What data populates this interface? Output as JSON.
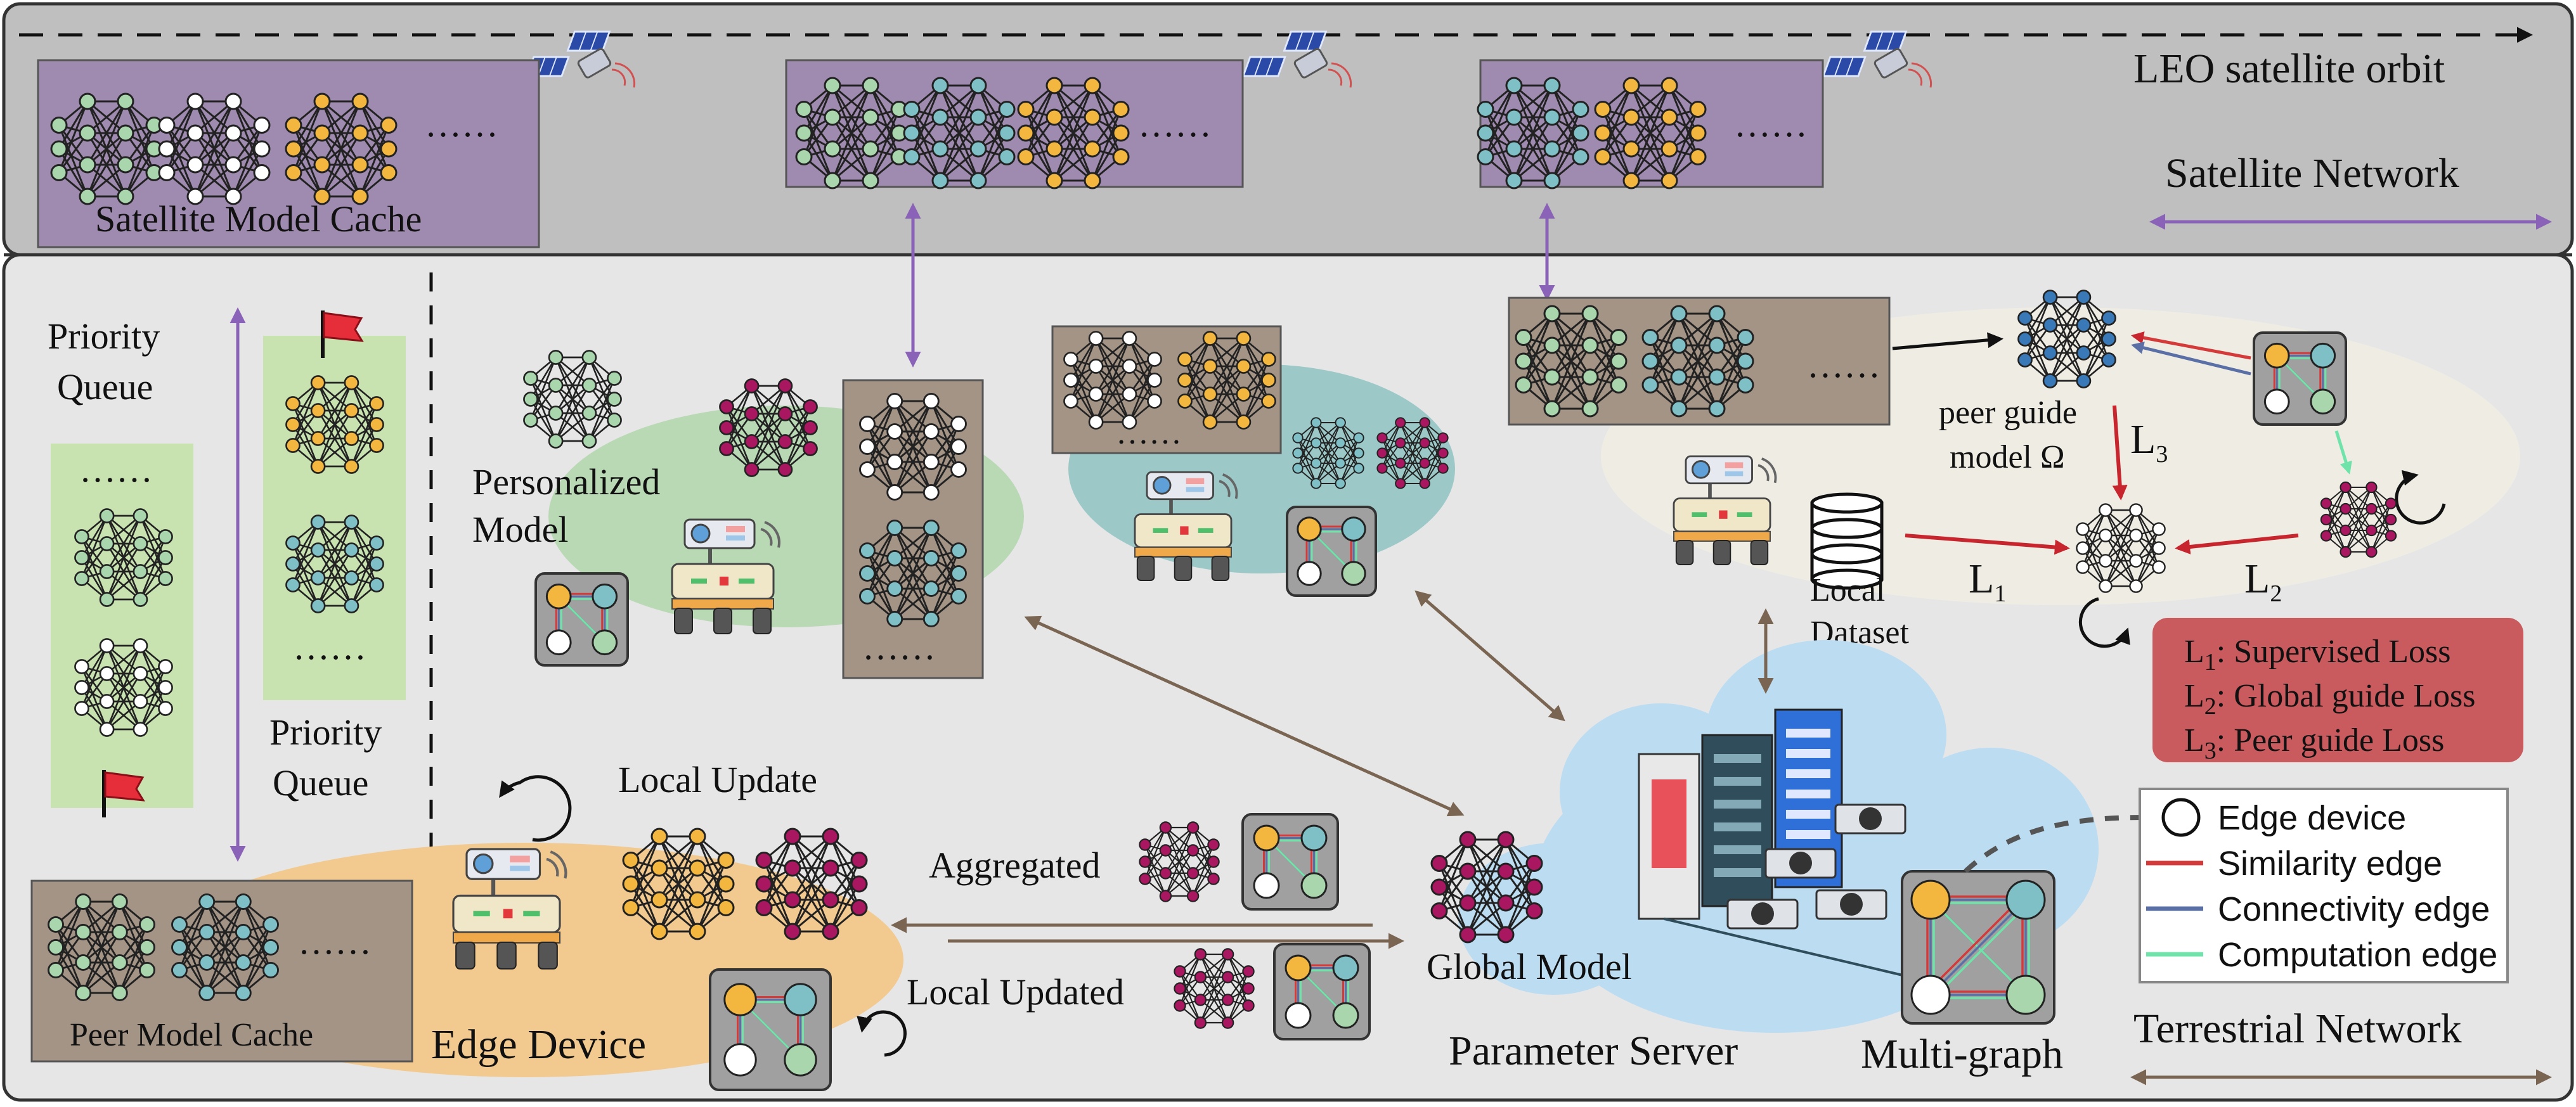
{
  "colors": {
    "satellite_band": "#bfbfbf",
    "terrestrial_band": "#e6e6e6",
    "cache_purple": "#a08bb0",
    "cache_brown": "#a39486",
    "queue_green": "#c9e3b0",
    "edge_orange": "#f2c98f",
    "green_ellipse": "#b9d8b4",
    "teal_ellipse": "#9cc9c7",
    "cloud_blue": "#bcdcf2",
    "loss_box": "#c95a5e",
    "node_green": "#a9d6ad",
    "node_white": "#ffffff",
    "node_orange": "#f3b63f",
    "node_teal": "#7ec0c6",
    "node_magenta": "#a8175f",
    "node_blue": "#3a79b7",
    "similarity_edge": "#d43a3a",
    "connectivity_edge": "#5a6fa6",
    "computation_edge": "#6fe3a9",
    "arrow_purple": "#8a62b8",
    "arrow_brown": "#7a6552",
    "arrow_red": "#c8262e"
  },
  "icons": [
    "satellite-icon",
    "robot-rover-icon",
    "flag-icon",
    "database-icon",
    "server-rack-icon",
    "refresh-loop-icon"
  ],
  "satellite_network": {
    "orbit_label": "LEO satellite orbit",
    "network_label": "Satellite Network",
    "cache_label": "Satellite Model Cache",
    "ellipsis": "……"
  },
  "terrestrial_network": {
    "network_label": "Terrestrial Network",
    "priority_queue_1": [
      "Priority",
      "Queue"
    ],
    "priority_queue_2": [
      "Priority",
      "Queue"
    ],
    "personalized_model": [
      "Personalized",
      "Model"
    ],
    "local_update": "Local Update",
    "peer_model_cache": "Peer Model Cache",
    "edge_device": "Edge Device",
    "aggregated": "Aggregated",
    "local_updated": "Local Updated",
    "global_model": "Global Model",
    "parameter_server": "Parameter Server",
    "multi_graph": "Multi-graph",
    "peer_guide": [
      "peer guide",
      "model Ω"
    ],
    "local_dataset": [
      "Local",
      "Dataset"
    ],
    "L1": "L",
    "L2": "L",
    "L3": "L",
    "L1_sub": "1",
    "L2_sub": "2",
    "L3_sub": "3",
    "ellipsis": "……"
  },
  "loss_legend": [
    {
      "sym": "L",
      "sub": "1",
      "text": ": Supervised Loss"
    },
    {
      "sym": "L",
      "sub": "2",
      "text": ": Global guide Loss"
    },
    {
      "sym": "L",
      "sub": "3",
      "text": ": Peer guide Loss"
    }
  ],
  "edge_legend": [
    {
      "label": "Edge device",
      "kind": "circle"
    },
    {
      "label": "Similarity edge",
      "kind": "line",
      "color": "#d43a3a"
    },
    {
      "label": "Connectivity edge",
      "kind": "line",
      "color": "#5a6fa6"
    },
    {
      "label": "Computation edge",
      "kind": "line",
      "color": "#6fe3a9"
    }
  ]
}
